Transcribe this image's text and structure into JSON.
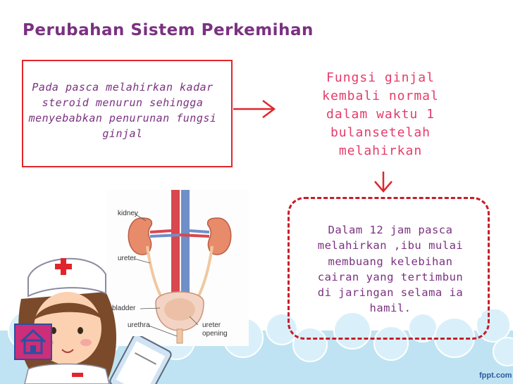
{
  "slide": {
    "title": "Perubahan Sistem Perkemihan",
    "left_note": "Pada pasca melahirkan kadar steroid menurun sehingga menyebabkan penurunan fungsi ginjal",
    "right_note": "Fungsi ginjal kembali normal dalam waktu 1 bulansetelah melahirkan",
    "box_note": "Dalam 12 jam pasca melahirkan ,ibu mulai membuang kelebihan cairan yang tertimbun di jaringan selama ia hamil."
  },
  "diagram": {
    "labels": {
      "kidney": "kidney",
      "ureter": "ureter",
      "bladder": "bladder",
      "urethra": "urethra",
      "ureter_opening_1": "ureter",
      "ureter_opening_2": "opening"
    }
  },
  "footer": {
    "brand": "fppt.com"
  },
  "colors": {
    "title": "#7a3180",
    "accent_red": "#e0262c",
    "pink_text": "#e43c6a",
    "home_button": "#cc2e7a"
  },
  "icons": {
    "home": "home-icon",
    "arrow_right": "arrow-right-icon",
    "arrow_down": "arrow-down-icon",
    "nurse": "nurse-illustration",
    "clipboard": "clipboard-icon"
  }
}
